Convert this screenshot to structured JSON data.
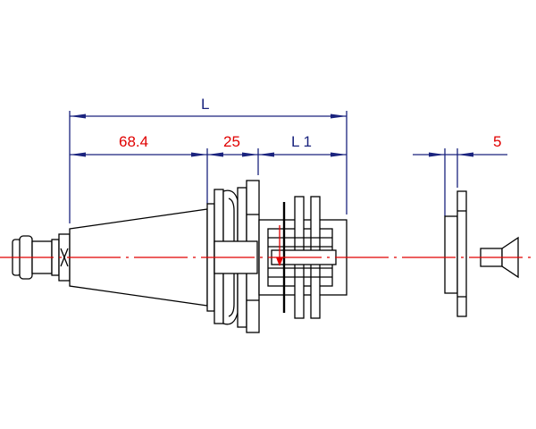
{
  "colors": {
    "dimension_line": "#1a237e",
    "dimension_text_overall": "#1a237e",
    "dimension_text_values": "#e00000",
    "center_line": "#e00000",
    "part_outline": "#000000"
  },
  "dimensions": {
    "overall": "L",
    "taper_length": "68.4",
    "flange_length": "25",
    "adapter_length": "L 1",
    "washer_thickness": "5"
  }
}
